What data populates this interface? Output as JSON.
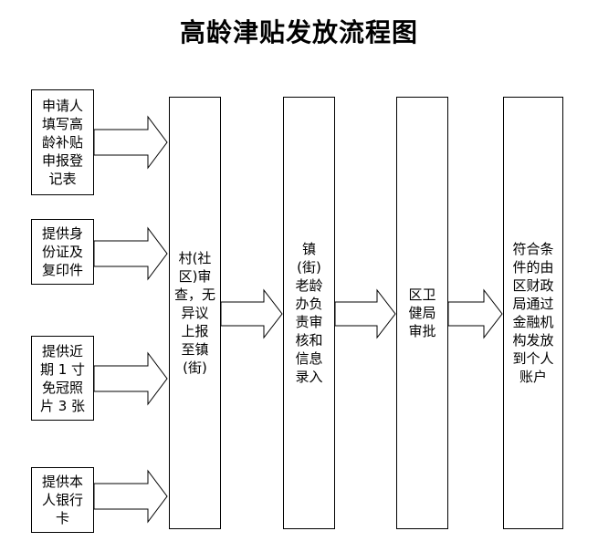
{
  "title": "高龄津贴发放流程图",
  "inputs": [
    "申请人\n填写高\n龄补贴\n申报登\n记表",
    "提供身\n份证及\n复印件",
    "提供近\n期 1 寸\n免冠照\n片 3 张",
    "提供本\n人银行\n卡"
  ],
  "steps": [
    "村(社\n区)审\n查，无\n异议\n上报\n至镇\n(街)",
    "镇\n(街)\n老龄\n办负\n责审\n核和\n信息\n录入",
    "区卫\n健局\n审批",
    "符合条\n件的由\n区财政\n局通过\n金融机\n构发放\n到个人\n账户"
  ]
}
